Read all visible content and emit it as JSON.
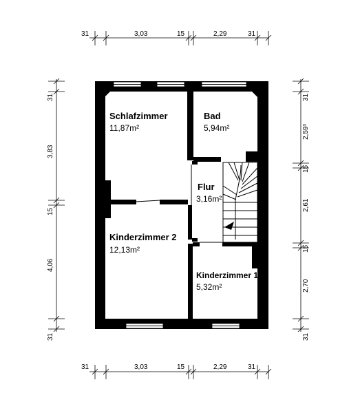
{
  "dimensions": {
    "top": [
      "31",
      "3,03",
      "15",
      "2,29",
      "31"
    ],
    "bottom": [
      "31",
      "3,03",
      "15",
      "2,29",
      "31"
    ],
    "left": [
      "31",
      "3,83",
      "15",
      "4,06",
      "31"
    ],
    "right": [
      "31",
      "2,59⁵",
      "15",
      "2,61",
      "15",
      "2,70",
      "31"
    ]
  },
  "rooms": {
    "schlafzimmer": {
      "name": "Schlafzimmer",
      "area": "11,87m²"
    },
    "bad": {
      "name": "Bad",
      "area": "5,94m²"
    },
    "flur": {
      "name": "Flur",
      "area": "3,16m²"
    },
    "kinderzimmer2": {
      "name": "Kinderzimmer 2",
      "area": "12,13m²"
    },
    "kinderzimmer1": {
      "name": "Kinderzimmer 1",
      "area": "5,32m²"
    }
  }
}
